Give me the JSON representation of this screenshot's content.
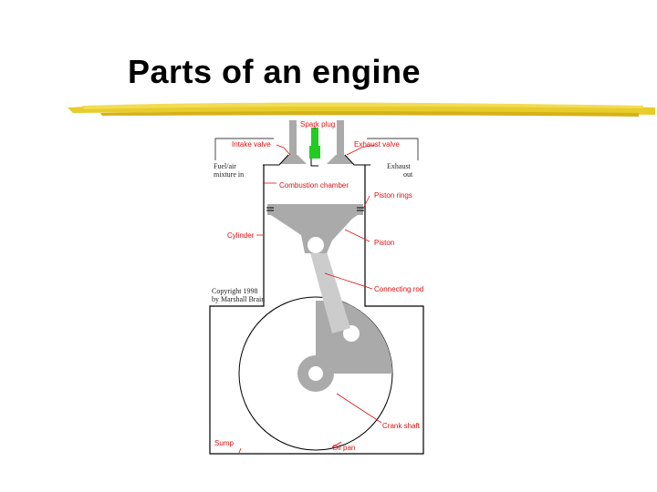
{
  "slide": {
    "title": "Parts of an engine"
  },
  "diagram": {
    "labels": {
      "spark_plug": "Spark plug",
      "intake_valve": "Intake valve",
      "exhaust_valve": "Exhaust valve",
      "fuel_air_line1": "Fuel/air",
      "fuel_air_line2": "mixture in",
      "exhaust_out_line1": "Exhaust",
      "exhaust_out_line2": "out",
      "combustion_chamber": "Combustion chamber",
      "piston_rings": "Piston rings",
      "cylinder": "Cylinder",
      "piston": "Piston",
      "connecting_rod": "Connecting rod",
      "copyright_line1": "Copyright 1998",
      "copyright_line2": "by Marshall Brain",
      "crank_shaft": "Crank shaft",
      "sump": "Sump",
      "oil_pan": "Oil pan"
    },
    "colors": {
      "label_red": "#e01010",
      "brush_yellow": "#e8cc2a",
      "engine_gray": "#aaaaaa",
      "rod_gray": "#cccccc",
      "spark_green": "#22cc22"
    }
  }
}
